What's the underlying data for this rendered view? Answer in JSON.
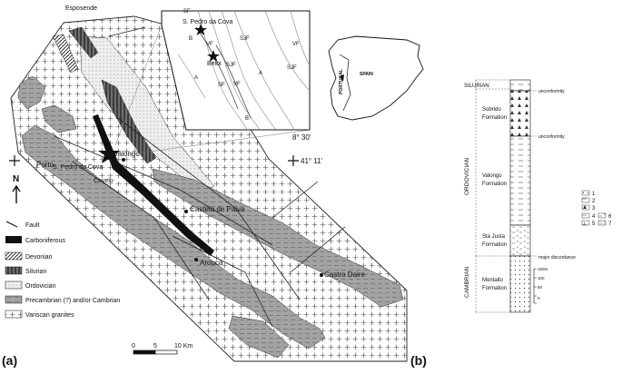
{
  "panel_labels": {
    "a": "(a)",
    "b": "(b)"
  },
  "map": {
    "places": {
      "esposende": "Esposende",
      "porto": "Porto",
      "s_pedro": "S. Pedro da Cova",
      "covelo": "Covelo",
      "valongo": "Valongo",
      "castelo": "Castelo de Paiva",
      "arouca": "Arouca",
      "castro_daire": "Castro Daire"
    },
    "coords": {
      "lon": "8° 30'",
      "lat": "41° 11'"
    },
    "north": "N",
    "scale": {
      "zero": "0",
      "five": "5",
      "ten": "10 Km"
    }
  },
  "inset": {
    "labels": {
      "s_pedro": "S. Pedro da Cova",
      "beloi": "Beloi",
      "sf1": "SF",
      "sf2": "SF",
      "b1": "B",
      "b2": "B",
      "vf1": "VF",
      "vf2": "VF",
      "vf3": "VF",
      "sjf1": "SJF",
      "sjf2": "SJF",
      "sjf3": "SJF",
      "a1": "A",
      "a2": "A"
    }
  },
  "iberia": {
    "portugal": "PORTUGAL",
    "spain": "SPAIN"
  },
  "legend": {
    "fault": "Fault",
    "carboniferous": "Carboniferous",
    "devonian": "Devonian",
    "silurian": "Silurian",
    "ordovician": "Ordovician",
    "precambrian": "Precambrian (?) and/or Cambrian",
    "granites": "Variscan granites"
  },
  "column": {
    "periods": {
      "silurian": "SILURIAN",
      "ordovician": "ORDOVICIAN",
      "cambrian": "CAMBRIAN"
    },
    "formations": {
      "sobrido_1": "Sobrido",
      "sobrido_2": "Formation",
      "valongo_1": "Valongo",
      "valongo_2": "Formation",
      "sta_justa_1": "Sta Justa",
      "sta_justa_2": "Formation",
      "montalto_1": "Montalto",
      "montalto_2": "Formation"
    },
    "annotations": {
      "unc1": "unconformity",
      "unc2": "unconformity",
      "major": "major discordance"
    },
    "scale": {
      "top": "150m",
      "mid1": "100",
      "mid2": "50",
      "zero": "0"
    },
    "key": [
      "1",
      "2",
      "3",
      "4",
      "5",
      "6",
      "7"
    ]
  },
  "colors": {
    "ink": "#111111",
    "grey": "#9a9a9a",
    "lightgrey": "#d6d6d6"
  }
}
